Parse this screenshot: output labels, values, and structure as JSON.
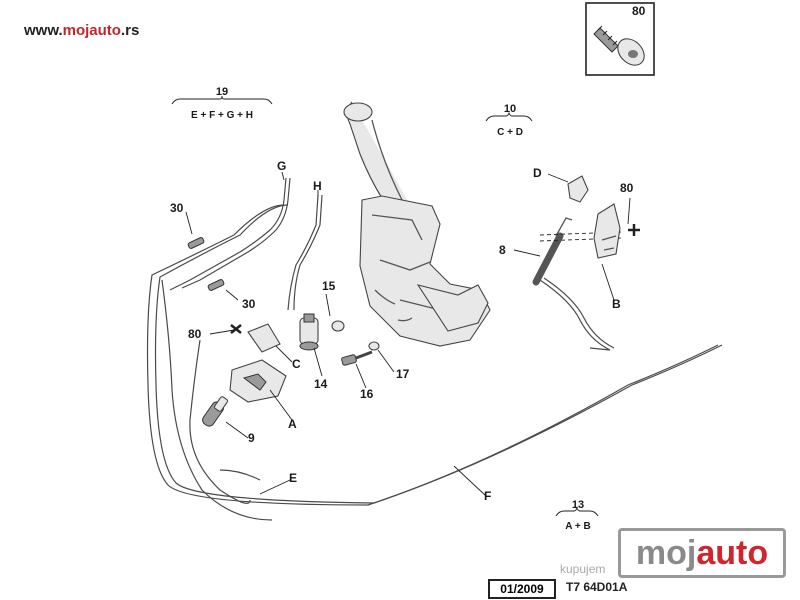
{
  "watermark_top": {
    "prefix": "www.",
    "brand": "mojauto",
    "suffix": ".rs"
  },
  "watermark_logo": {
    "part1": "moj",
    "part2": "auto",
    "sub": "kupujem"
  },
  "group_labels": {
    "g19": {
      "number": "19",
      "letters": "E + F + G + H"
    },
    "g10": {
      "number": "10",
      "letters": "C + D"
    },
    "g13": {
      "number": "13",
      "letters": "A + B"
    }
  },
  "callouts": {
    "n80_top": "80",
    "n80_right": "80",
    "n80_left": "80",
    "n30_a": "30",
    "n30_b": "30",
    "n8": "8",
    "n9": "9",
    "n14": "14",
    "n15": "15",
    "n16": "16",
    "n17": "17",
    "G": "G",
    "H": "H",
    "D": "D",
    "B": "B",
    "C": "C",
    "A": "A",
    "E": "E",
    "F": "F"
  },
  "footer": {
    "date": "01/2009",
    "code": "T7 64D01A"
  },
  "colors": {
    "brand_red": "#c0262d",
    "line": "#333333"
  }
}
